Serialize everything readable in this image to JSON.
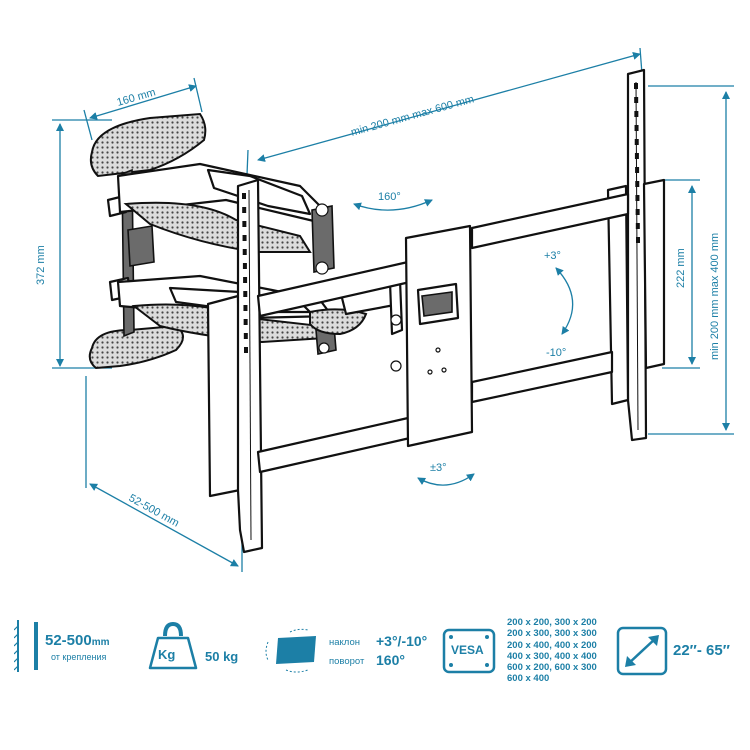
{
  "colors": {
    "accent": "#1c7fa6",
    "line": "#111111",
    "pad_fill": "#dddddd"
  },
  "dimensions": {
    "arm_width": "160 mm",
    "horizontal_range": "min 200 mm max 600 mm",
    "arm_height": "372 mm",
    "plate_height": "222 mm",
    "vertical_range": "min 200 mm max 400 mm",
    "swivel": "160°",
    "tilt_up": "+3°",
    "tilt_down": "-10°",
    "rotation": "±3°",
    "extension": "52-500 mm"
  },
  "specs": {
    "distance": {
      "icon": "wall-distance-icon",
      "value": "52-500",
      "unit": "mm",
      "caption": "от крепления"
    },
    "weight": {
      "icon": "kettlebell-icon",
      "icon_label": "Kg",
      "value": "50 kg"
    },
    "tilt_swivel": {
      "icon": "tilt-swivel-screen-icon",
      "tilt_label": "наклон",
      "tilt_value": "+3°/-10°",
      "swivel_label": "поворот",
      "swivel_value": "160°"
    },
    "vesa": {
      "icon_label": "VESA",
      "list": [
        "200 x 200, 300 x 200",
        "200 x 300, 300 x 300",
        "200 x 400, 400 x 200",
        "400 x 300, 400 x 400",
        "600 x 200, 600 x 300",
        "600 x 400"
      ]
    },
    "screen_size": {
      "icon": "diagonal-arrow-icon",
      "value": "22″- 65″"
    }
  }
}
